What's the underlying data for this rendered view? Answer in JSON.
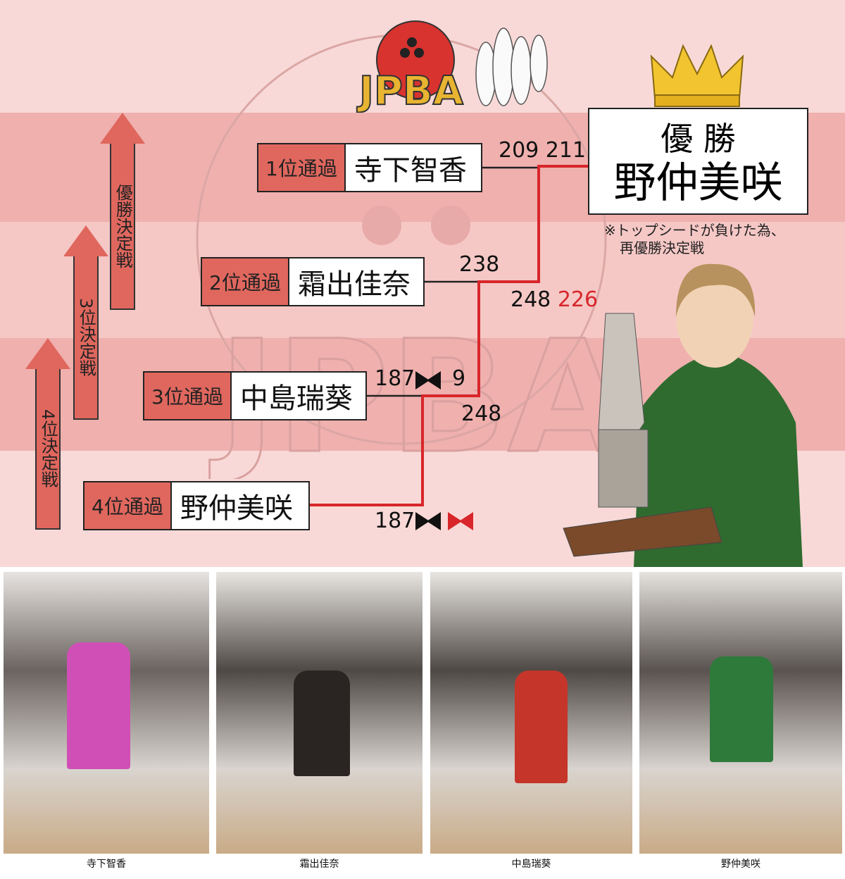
{
  "logo": {
    "text": "JPBA"
  },
  "arrows": [
    {
      "label": "優勝決定戦"
    },
    {
      "label": "3位決定戦"
    },
    {
      "label": "4位決定戦"
    }
  ],
  "players": [
    {
      "seed": "1位通過",
      "name": "寺下智香"
    },
    {
      "seed": "2位通過",
      "name": "霜出佳奈"
    },
    {
      "seed": "3位通過",
      "name": "中島瑞葵"
    },
    {
      "seed": "4位通過",
      "name": "野仲美咲"
    }
  ],
  "scores": {
    "final_top": "209 211",
    "semi2_top": "238",
    "semi2_bottom_black": "248",
    "semi2_bottom_red": "226",
    "match1_top": "187",
    "match1_top_tie": "9",
    "match1_bottom": "248",
    "match4": "187"
  },
  "champion": {
    "title": "優 勝",
    "name": "野仲美咲"
  },
  "note": {
    "line1": "※トップシードが負けた為、",
    "line2": "再優勝決定戦"
  },
  "photo_captions": [
    "寺下智香",
    "霜出佳奈",
    "中島瑞葵",
    "野仲美咲"
  ],
  "colors": {
    "accent": "#e0675e",
    "line": "#d8262a"
  }
}
